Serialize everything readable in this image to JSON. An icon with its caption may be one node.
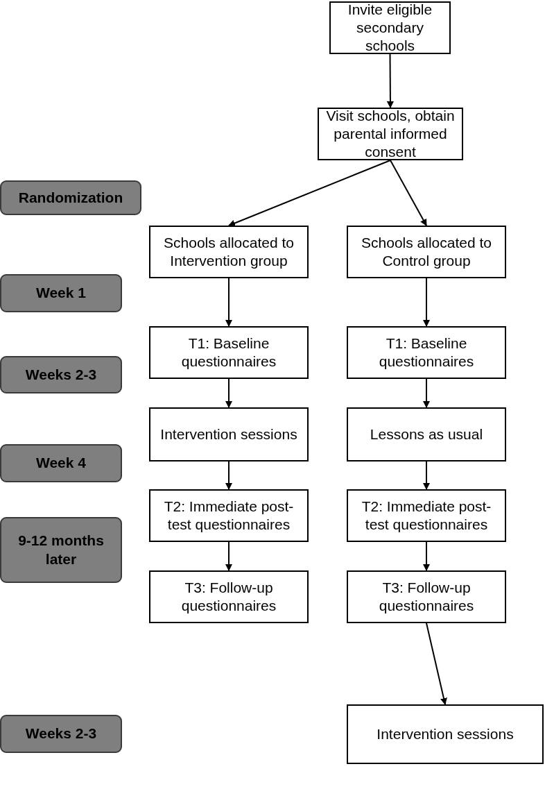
{
  "diagram": {
    "nodes": [
      {
        "text": [
          "Invite eligible secondary schools"
        ]
      },
      {
        "text": [
          "Visit schools, obtain parental informed consent"
        ]
      },
      {
        "text": [
          "Randomization"
        ]
      },
      {
        "text": [
          "Schools allocated to Intervention group"
        ]
      },
      {
        "text": [
          "Schools allocated to Control group"
        ]
      },
      {
        "text": [
          "Week 1"
        ]
      },
      {
        "text": [
          "T1: Baseline questionnaires"
        ]
      },
      {
        "text": [
          "T1: Baseline questionnaires"
        ]
      },
      {
        "text": [
          "Weeks 2-3"
        ]
      },
      {
        "text": [
          "Intervention sessions"
        ]
      },
      {
        "text": [
          "Lessons as usual"
        ]
      },
      {
        "text": [
          "Week 4"
        ]
      },
      {
        "text": [
          "T2: Immediate post-test questionnaires"
        ]
      },
      {
        "text": [
          "T2: Immediate post-test questionnaires"
        ]
      },
      {
        "text": [
          "9-12 months later"
        ]
      },
      {
        "text": [
          "T3: Follow-up questionnaires"
        ]
      },
      {
        "text": [
          "T3: Follow-up questionnaires"
        ]
      },
      {
        "text": [
          "Weeks 2-3"
        ]
      },
      {
        "text": [
          "Intervention sessions"
        ]
      }
    ],
    "edges": [
      {
        "from": 0,
        "to": 1,
        "arrow": "to"
      },
      {
        "from": 1,
        "to": 3,
        "arrow": "to"
      },
      {
        "from": 1,
        "to": 4,
        "arrow": "to"
      },
      {
        "from": 3,
        "to": 6,
        "arrow": "to"
      },
      {
        "from": 6,
        "to": 9,
        "arrow": "to"
      },
      {
        "from": 9,
        "to": 12,
        "arrow": "to"
      },
      {
        "from": 12,
        "to": 15,
        "arrow": "to"
      },
      {
        "from": 4,
        "to": 7,
        "arrow": "to"
      },
      {
        "from": 7,
        "to": 10,
        "arrow": "to"
      },
      {
        "from": 10,
        "to": 13,
        "arrow": "to"
      },
      {
        "from": 13,
        "to": 16,
        "arrow": "to"
      },
      {
        "from": 16,
        "to": 18,
        "arrow": "to"
      }
    ]
  }
}
